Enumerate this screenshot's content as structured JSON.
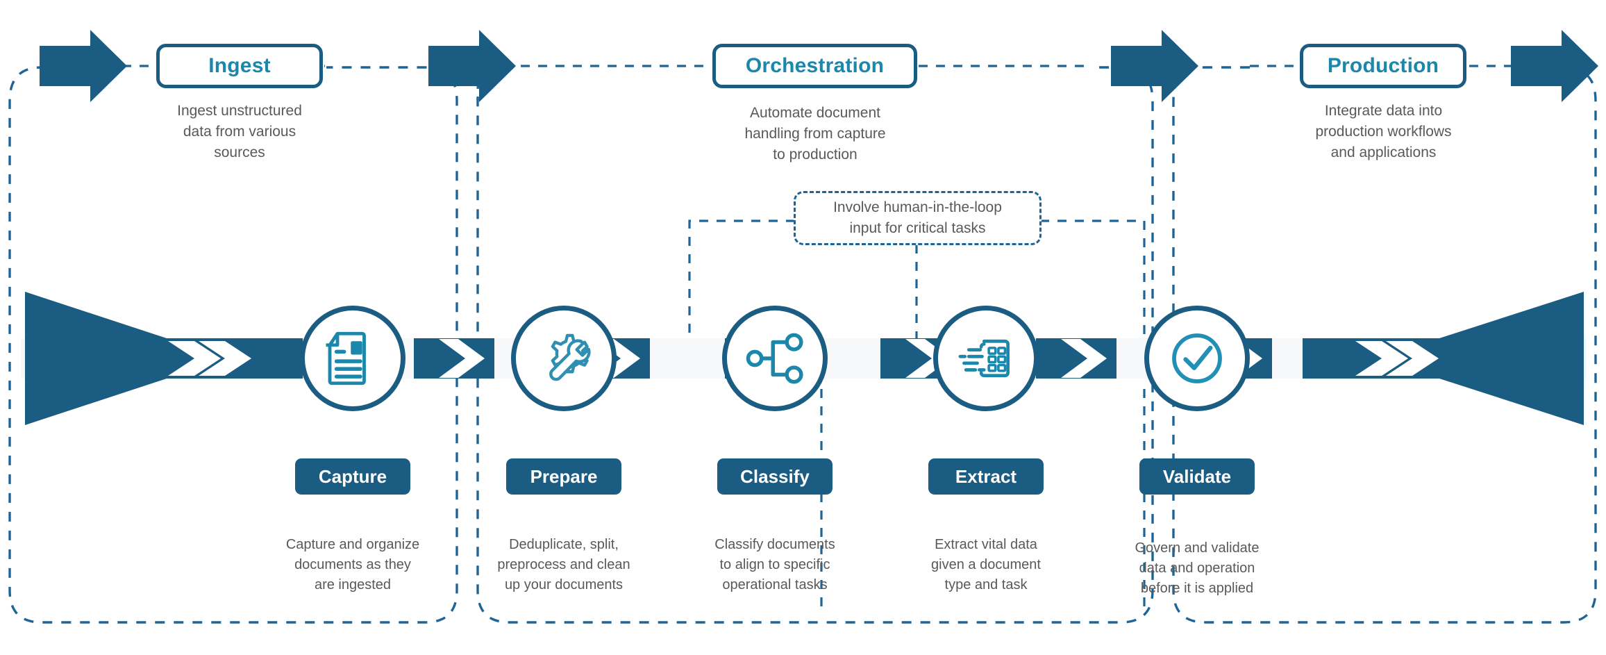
{
  "diagram": {
    "title": "Document processing pipeline",
    "colors": {
      "dark_blue": "#1a5c82",
      "accent_teal": "#1b87ab",
      "dashed_blue": "#1f6496",
      "body_text_gray": "#595959",
      "band_fill": "#f6f8fa",
      "white": "#ffffff"
    }
  },
  "phases": [
    {
      "id": "ingest",
      "label": "Ingest",
      "description": "Ingest unstructured\ndata from various\nsources",
      "arrow_icon": "right-arrow-icon"
    },
    {
      "id": "orchestration",
      "label": "Orchestration",
      "description": "Automate document\nhandling from capture\nto production",
      "arrow_icon": "right-arrow-icon"
    },
    {
      "id": "production",
      "label": "Production",
      "description": "Integrate data into\nproduction workflows\nand applications",
      "arrow_icon": "right-arrow-icon"
    }
  ],
  "callout": {
    "id": "human-in-the-loop",
    "text": "Involve human-in-the-loop\ninput for critical tasks"
  },
  "stages": [
    {
      "id": "capture",
      "label": "Capture",
      "description": "Capture and organize\ndocuments as they\nare ingested",
      "icon": "document-icon"
    },
    {
      "id": "prepare",
      "label": "Prepare",
      "description": "Deduplicate, split,\npreprocess and clean\nup your documents",
      "icon": "gear-wrench-icon"
    },
    {
      "id": "classify",
      "label": "Classify",
      "description": "Classify documents\nto align to specific\noperational tasks",
      "icon": "hierarchy-nodes-icon"
    },
    {
      "id": "extract",
      "label": "Extract",
      "description": "Extract vital data\ngiven a document\ntype and task",
      "icon": "data-extract-icon"
    },
    {
      "id": "validate",
      "label": "Validate",
      "description": "Govern and validate\ndata and operation\nbefore it is applied",
      "icon": "check-circle-icon"
    }
  ],
  "flow": {
    "inlet_icon": "funnel-inlet-icon",
    "outlet_icon": "funnel-outlet-icon",
    "chevron_icon": "chevron-right-icon"
  }
}
